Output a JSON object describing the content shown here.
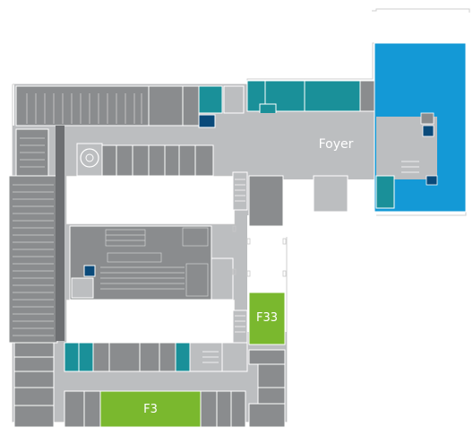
{
  "map": {
    "labels": {
      "foyer": "Foyer",
      "f33": "F33",
      "f3": "F3"
    },
    "colors": {
      "background": "#ffffff",
      "corridor": "#bcbec0",
      "room": "#8a8c8e",
      "room_dark": "#6d6f72",
      "outline": "#ffffff",
      "teal": "#1a9099",
      "blue_area": "#1499d6",
      "dark_blue": "#0a4a7a",
      "green": "#7ab82e",
      "edge": "#c8c8c8"
    },
    "highlighted_rooms": [
      "F33",
      "F3"
    ]
  }
}
